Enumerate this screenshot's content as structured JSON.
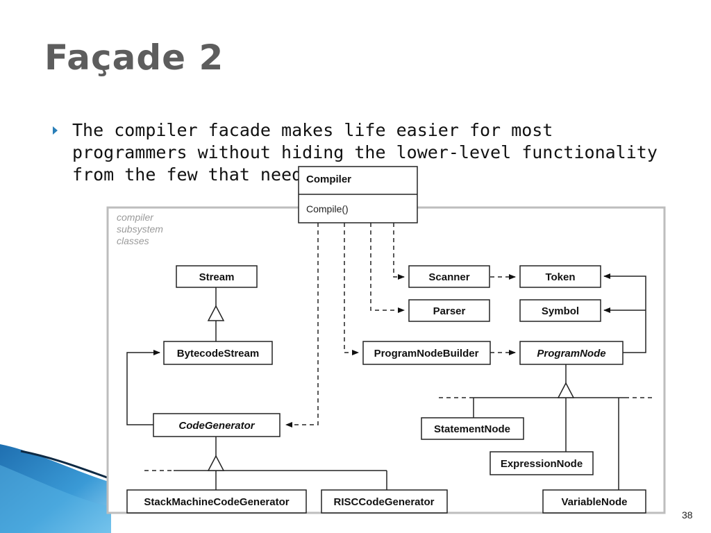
{
  "slide": {
    "title": "Façade 2",
    "bullet": "The compiler facade makes life easier for most programmers without hiding the lower-level functionality from the few that need it",
    "page_number": "38"
  },
  "diagram": {
    "subsystem_caption": [
      "compiler",
      "subsystem",
      "classes"
    ],
    "compiler_class": {
      "name": "Compiler",
      "operation": "Compile()"
    },
    "classes": {
      "stream": "Stream",
      "bytecode_stream": "BytecodeStream",
      "code_generator": "CodeGenerator",
      "stack_machine_code_generator": "StackMachineCodeGenerator",
      "risc_code_generator": "RISCCodeGenerator",
      "scanner": "Scanner",
      "token": "Token",
      "parser": "Parser",
      "symbol": "Symbol",
      "program_node_builder": "ProgramNodeBuilder",
      "program_node": "ProgramNode",
      "statement_node": "StatementNode",
      "expression_node": "ExpressionNode",
      "variable_node": "VariableNode"
    }
  },
  "colors": {
    "accent": "#2a7fb8",
    "title": "#5d5d5d",
    "frame": "#bdbdbd"
  }
}
